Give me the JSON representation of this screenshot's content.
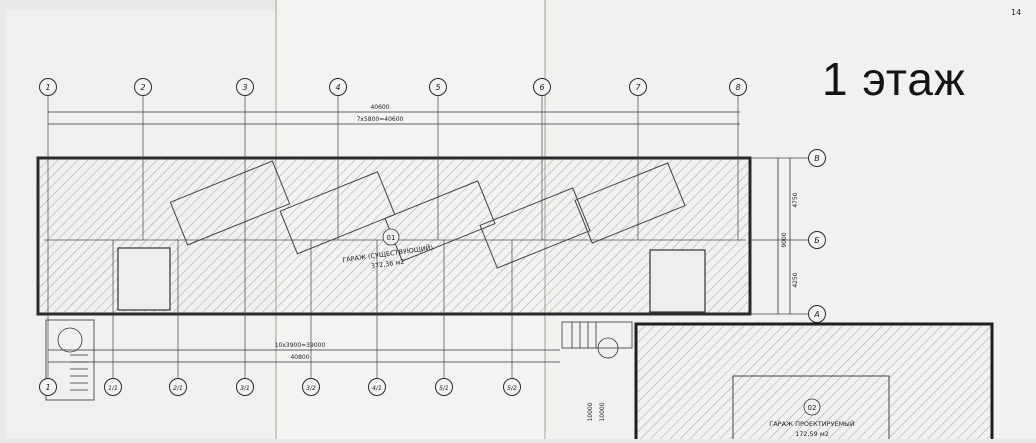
{
  "floor_title": "1 этаж",
  "page_number": "14",
  "axes_top": [
    "1",
    "2",
    "3",
    "4",
    "5",
    "6",
    "7",
    "8"
  ],
  "axes_bottom": [
    "1",
    "1/1",
    "2/1",
    "3/1",
    "3/2",
    "4/1",
    "5/1",
    "5/2"
  ],
  "axes_right": [
    "В",
    "Б",
    "А"
  ],
  "dims": {
    "overall_top": "40600",
    "bays_top": "7х5800=40600",
    "bays_bottom": "10х3900=39000",
    "overall_bottom": "40800",
    "span_upper": "4750",
    "span_lower": "4250",
    "total_span": "9000",
    "small_a": "10000",
    "small_b": "10000"
  },
  "rooms": [
    {
      "number": "01",
      "name": "ГАРАЖ (СУЩЕСТВУЮЩИЙ)",
      "area": "372,36 м2"
    },
    {
      "number": "02",
      "name": "ГАРАЖ ПРОЕКТИРУЕМЫЙ",
      "area": "172,59 м2"
    }
  ],
  "colors": {
    "paper": "#f0f0ee",
    "line": "#2a2a2a",
    "hatch": "#8f8f8f"
  }
}
